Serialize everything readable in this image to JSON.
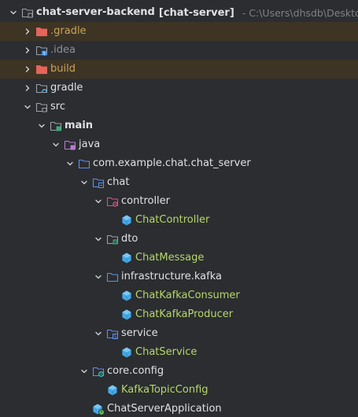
{
  "colors": {
    "background": "#2b2d30",
    "text": "#dfe1e5",
    "excluded_text": "#c9a45a",
    "excluded_row_bg": "#3d3424",
    "idea_text": "#8c8f94",
    "class_text": "#b8d66b",
    "folder_outline": "#9da0a8",
    "source_blue": "#5f8ee8",
    "class_blue": "#43a8e6"
  },
  "tree": {
    "rows": [
      {
        "id": "root",
        "name": "chat-server-backend",
        "extra": "[chat-server]",
        "path": "- C:\\Users\\dhsdb\\Desktop\\chat",
        "depth": 0,
        "arrow": "down",
        "icon": "module-folder-icon",
        "style": "bold",
        "excluded": false
      },
      {
        "id": "gradle-hidden",
        "name": ".gradle",
        "depth": 1,
        "arrow": "right",
        "icon": "excluded-folder-icon",
        "style": "orange",
        "excluded": true
      },
      {
        "id": "idea",
        "name": ".idea",
        "depth": 1,
        "arrow": "right",
        "icon": "idea-folder-icon",
        "style": "grey",
        "excluded": false
      },
      {
        "id": "build",
        "name": "build",
        "depth": 1,
        "arrow": "right",
        "icon": "excluded-folder-icon",
        "style": "orange",
        "excluded": true
      },
      {
        "id": "gradle",
        "name": "gradle",
        "depth": 1,
        "arrow": "right",
        "icon": "gradle-folder-icon",
        "style": "",
        "excluded": false
      },
      {
        "id": "src",
        "name": "src",
        "depth": 1,
        "arrow": "down",
        "icon": "folder-icon",
        "style": "",
        "excluded": false
      },
      {
        "id": "main",
        "name": "main",
        "depth": 2,
        "arrow": "down",
        "icon": "source-set-folder-icon",
        "style": "bold",
        "excluded": false
      },
      {
        "id": "java",
        "name": "java",
        "depth": 3,
        "arrow": "down",
        "icon": "java-source-root-icon",
        "style": "",
        "excluded": false
      },
      {
        "id": "pkg-root",
        "name": "com.example.chat.chat_server",
        "depth": 4,
        "arrow": "down",
        "icon": "package-folder-icon",
        "style": "",
        "excluded": false
      },
      {
        "id": "chat",
        "name": "chat",
        "depth": 5,
        "arrow": "down",
        "icon": "package-module-icon",
        "style": "",
        "excluded": false
      },
      {
        "id": "controller",
        "name": "controller",
        "depth": 6,
        "arrow": "down",
        "icon": "controller-package-icon",
        "style": "",
        "excluded": false
      },
      {
        "id": "ChatController",
        "name": "ChatController",
        "depth": 7,
        "arrow": "none",
        "icon": "java-class-icon",
        "style": "class",
        "excluded": false
      },
      {
        "id": "dto",
        "name": "dto",
        "depth": 6,
        "arrow": "down",
        "icon": "dto-package-icon",
        "style": "",
        "excluded": false
      },
      {
        "id": "ChatMessage",
        "name": "ChatMessage",
        "depth": 7,
        "arrow": "none",
        "icon": "java-class-icon",
        "style": "class",
        "excluded": false
      },
      {
        "id": "infra",
        "name": "infrastructure.kafka",
        "depth": 6,
        "arrow": "down",
        "icon": "package-folder-icon",
        "style": "",
        "excluded": false
      },
      {
        "id": "ChatKafkaConsumer",
        "name": "ChatKafkaConsumer",
        "depth": 7,
        "arrow": "none",
        "icon": "java-class-icon",
        "style": "class",
        "excluded": false
      },
      {
        "id": "ChatKafkaProducer",
        "name": "ChatKafkaProducer",
        "depth": 7,
        "arrow": "none",
        "icon": "java-class-icon",
        "style": "class",
        "excluded": false
      },
      {
        "id": "service",
        "name": "service",
        "depth": 6,
        "arrow": "down",
        "icon": "service-package-icon",
        "style": "",
        "excluded": false
      },
      {
        "id": "ChatService",
        "name": "ChatService",
        "depth": 7,
        "arrow": "none",
        "icon": "java-class-icon",
        "style": "class",
        "excluded": false
      },
      {
        "id": "core-config",
        "name": "core.config",
        "depth": 5,
        "arrow": "down",
        "icon": "config-package-icon",
        "style": "",
        "excluded": false
      },
      {
        "id": "KafkaTopicConfig",
        "name": "KafkaTopicConfig",
        "depth": 6,
        "arrow": "none",
        "icon": "java-class-icon",
        "style": "class",
        "excluded": false
      },
      {
        "id": "ChatServerApplication",
        "name": "ChatServerApplication",
        "depth": 5,
        "arrow": "none",
        "icon": "spring-app-class-icon",
        "style": "",
        "excluded": false
      }
    ]
  }
}
